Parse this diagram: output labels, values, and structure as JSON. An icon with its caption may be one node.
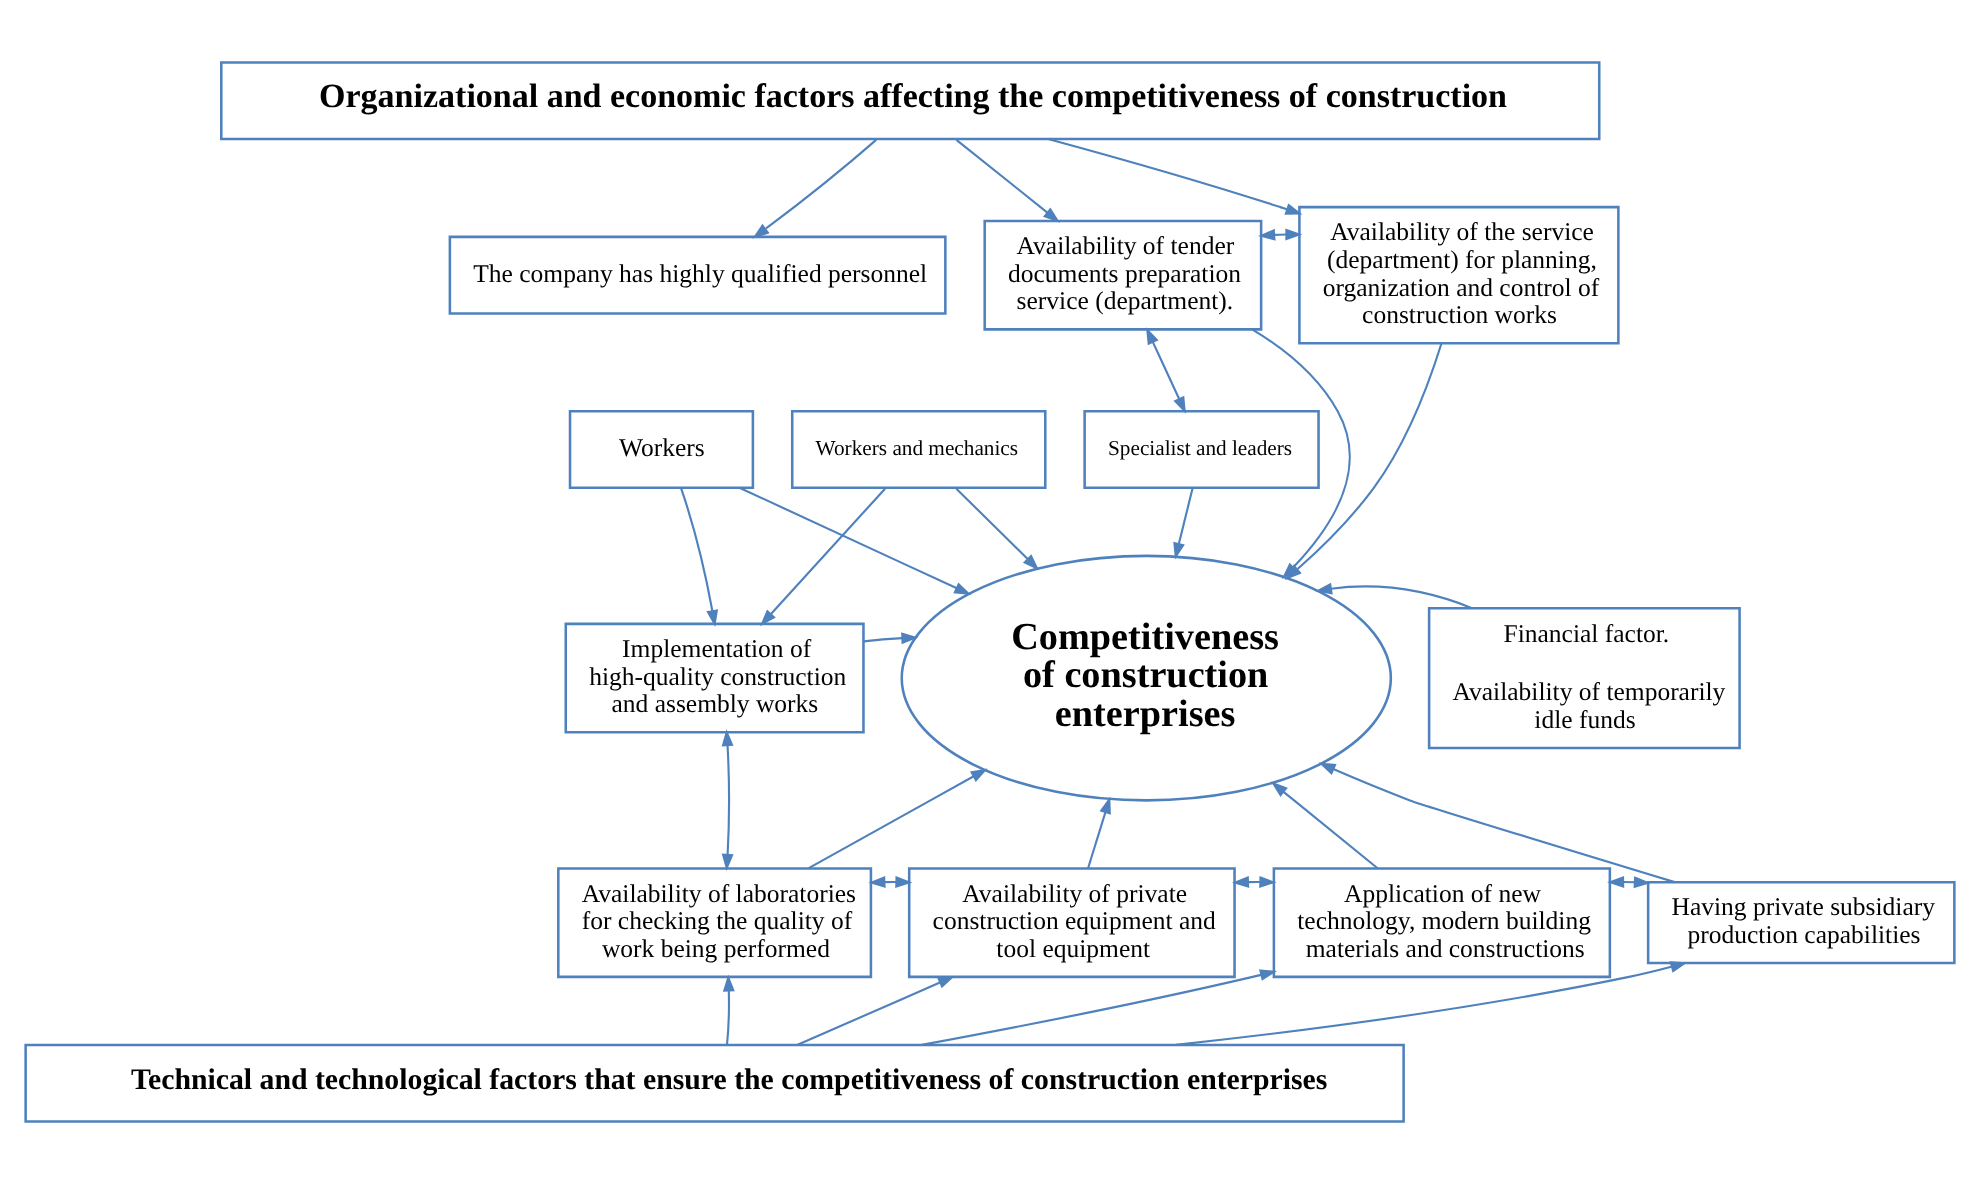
{
  "diagram": {
    "nodes": [
      {
        "text": [
          "Organizational and economic factors affecting the competitiveness of construction"
        ]
      },
      {
        "text": [
          "The company has highly qualified personnel"
        ]
      },
      {
        "text": [
          "Workers"
        ]
      },
      {
        "text": [
          "Workers and mechanics"
        ]
      },
      {
        "text": [
          "Specialist and leaders"
        ]
      },
      {
        "text": [
          "Availability of tender documents preparation service (department)."
        ]
      },
      {
        "text": [
          "Availability of the service (department) for planning, organization and control of construction works"
        ]
      },
      {
        "text": [
          "Competitiveness of construction enterprises"
        ]
      },
      {
        "text": [
          "Implementation of high-quality construction and assembly works"
        ]
      },
      {
        "text": [
          "Financial factor.",
          "Availability of temporarily idle funds"
        ]
      },
      {
        "text": [
          "Availability of laboratories for checking the quality of work being performed"
        ]
      },
      {
        "text": [
          "Availability of private construction equipment and tool equipment"
        ]
      },
      {
        "text": [
          "Application of new technology, modern building materials and constructions"
        ]
      },
      {
        "text": [
          "Having private subsidiary production capabilities"
        ]
      },
      {
        "text": [
          "Technical and technological factors that ensure the competitiveness of construction enterprises"
        ]
      }
    ],
    "edges": [
      {
        "from": 0,
        "to": 1,
        "arrow": "to"
      },
      {
        "from": 0,
        "to": 5,
        "arrow": "to"
      },
      {
        "from": 0,
        "to": 6,
        "arrow": "to"
      },
      {
        "from": 4,
        "to": 5,
        "arrow": "both"
      },
      {
        "from": 5,
        "to": 6,
        "arrow": "both"
      },
      {
        "from": 5,
        "to": 7,
        "arrow": "to"
      },
      {
        "from": 6,
        "to": 7,
        "arrow": "to"
      },
      {
        "from": 2,
        "to": 8,
        "arrow": "to"
      },
      {
        "from": 3,
        "to": 8,
        "arrow": "to"
      },
      {
        "from": 2,
        "to": 7,
        "arrow": "to"
      },
      {
        "from": 3,
        "to": 7,
        "arrow": "to"
      },
      {
        "from": 4,
        "to": 7,
        "arrow": "to"
      },
      {
        "from": 8,
        "to": 7,
        "arrow": "to"
      },
      {
        "from": 9,
        "to": 7,
        "arrow": "to"
      },
      {
        "from": 8,
        "to": 10,
        "arrow": "both"
      },
      {
        "from": 10,
        "to": 7,
        "arrow": "to"
      },
      {
        "from": 10,
        "to": 11,
        "arrow": "both"
      },
      {
        "from": 11,
        "to": 7,
        "arrow": "to"
      },
      {
        "from": 11,
        "to": 12,
        "arrow": "both"
      },
      {
        "from": 12,
        "to": 7,
        "arrow": "to"
      },
      {
        "from": 12,
        "to": 13,
        "arrow": "both"
      },
      {
        "from": 13,
        "to": 7,
        "arrow": "to"
      },
      {
        "from": 14,
        "to": 10,
        "arrow": "to"
      },
      {
        "from": 14,
        "to": 11,
        "arrow": "to"
      },
      {
        "from": 14,
        "to": 12,
        "arrow": "to"
      },
      {
        "from": 14,
        "to": 13,
        "arrow": "to"
      }
    ]
  }
}
